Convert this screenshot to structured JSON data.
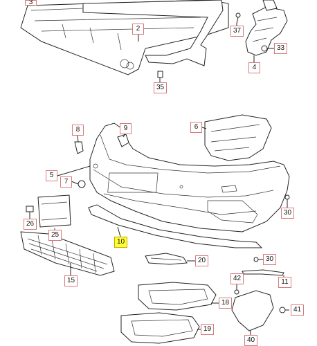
{
  "callouts": {
    "c3": "3",
    "c2": "2",
    "c37": "37",
    "c33": "33",
    "c4": "4",
    "c35": "35",
    "c8": "8",
    "c9": "9",
    "c6": "6",
    "c5": "5",
    "c7": "7",
    "c30a": "30",
    "c26": "26",
    "c25": "25",
    "c10": "10",
    "c20": "20",
    "c30b": "30",
    "c15": "15",
    "c42": "42",
    "c11": "11",
    "c18": "18",
    "c41": "41",
    "c19": "19",
    "c40": "40"
  }
}
